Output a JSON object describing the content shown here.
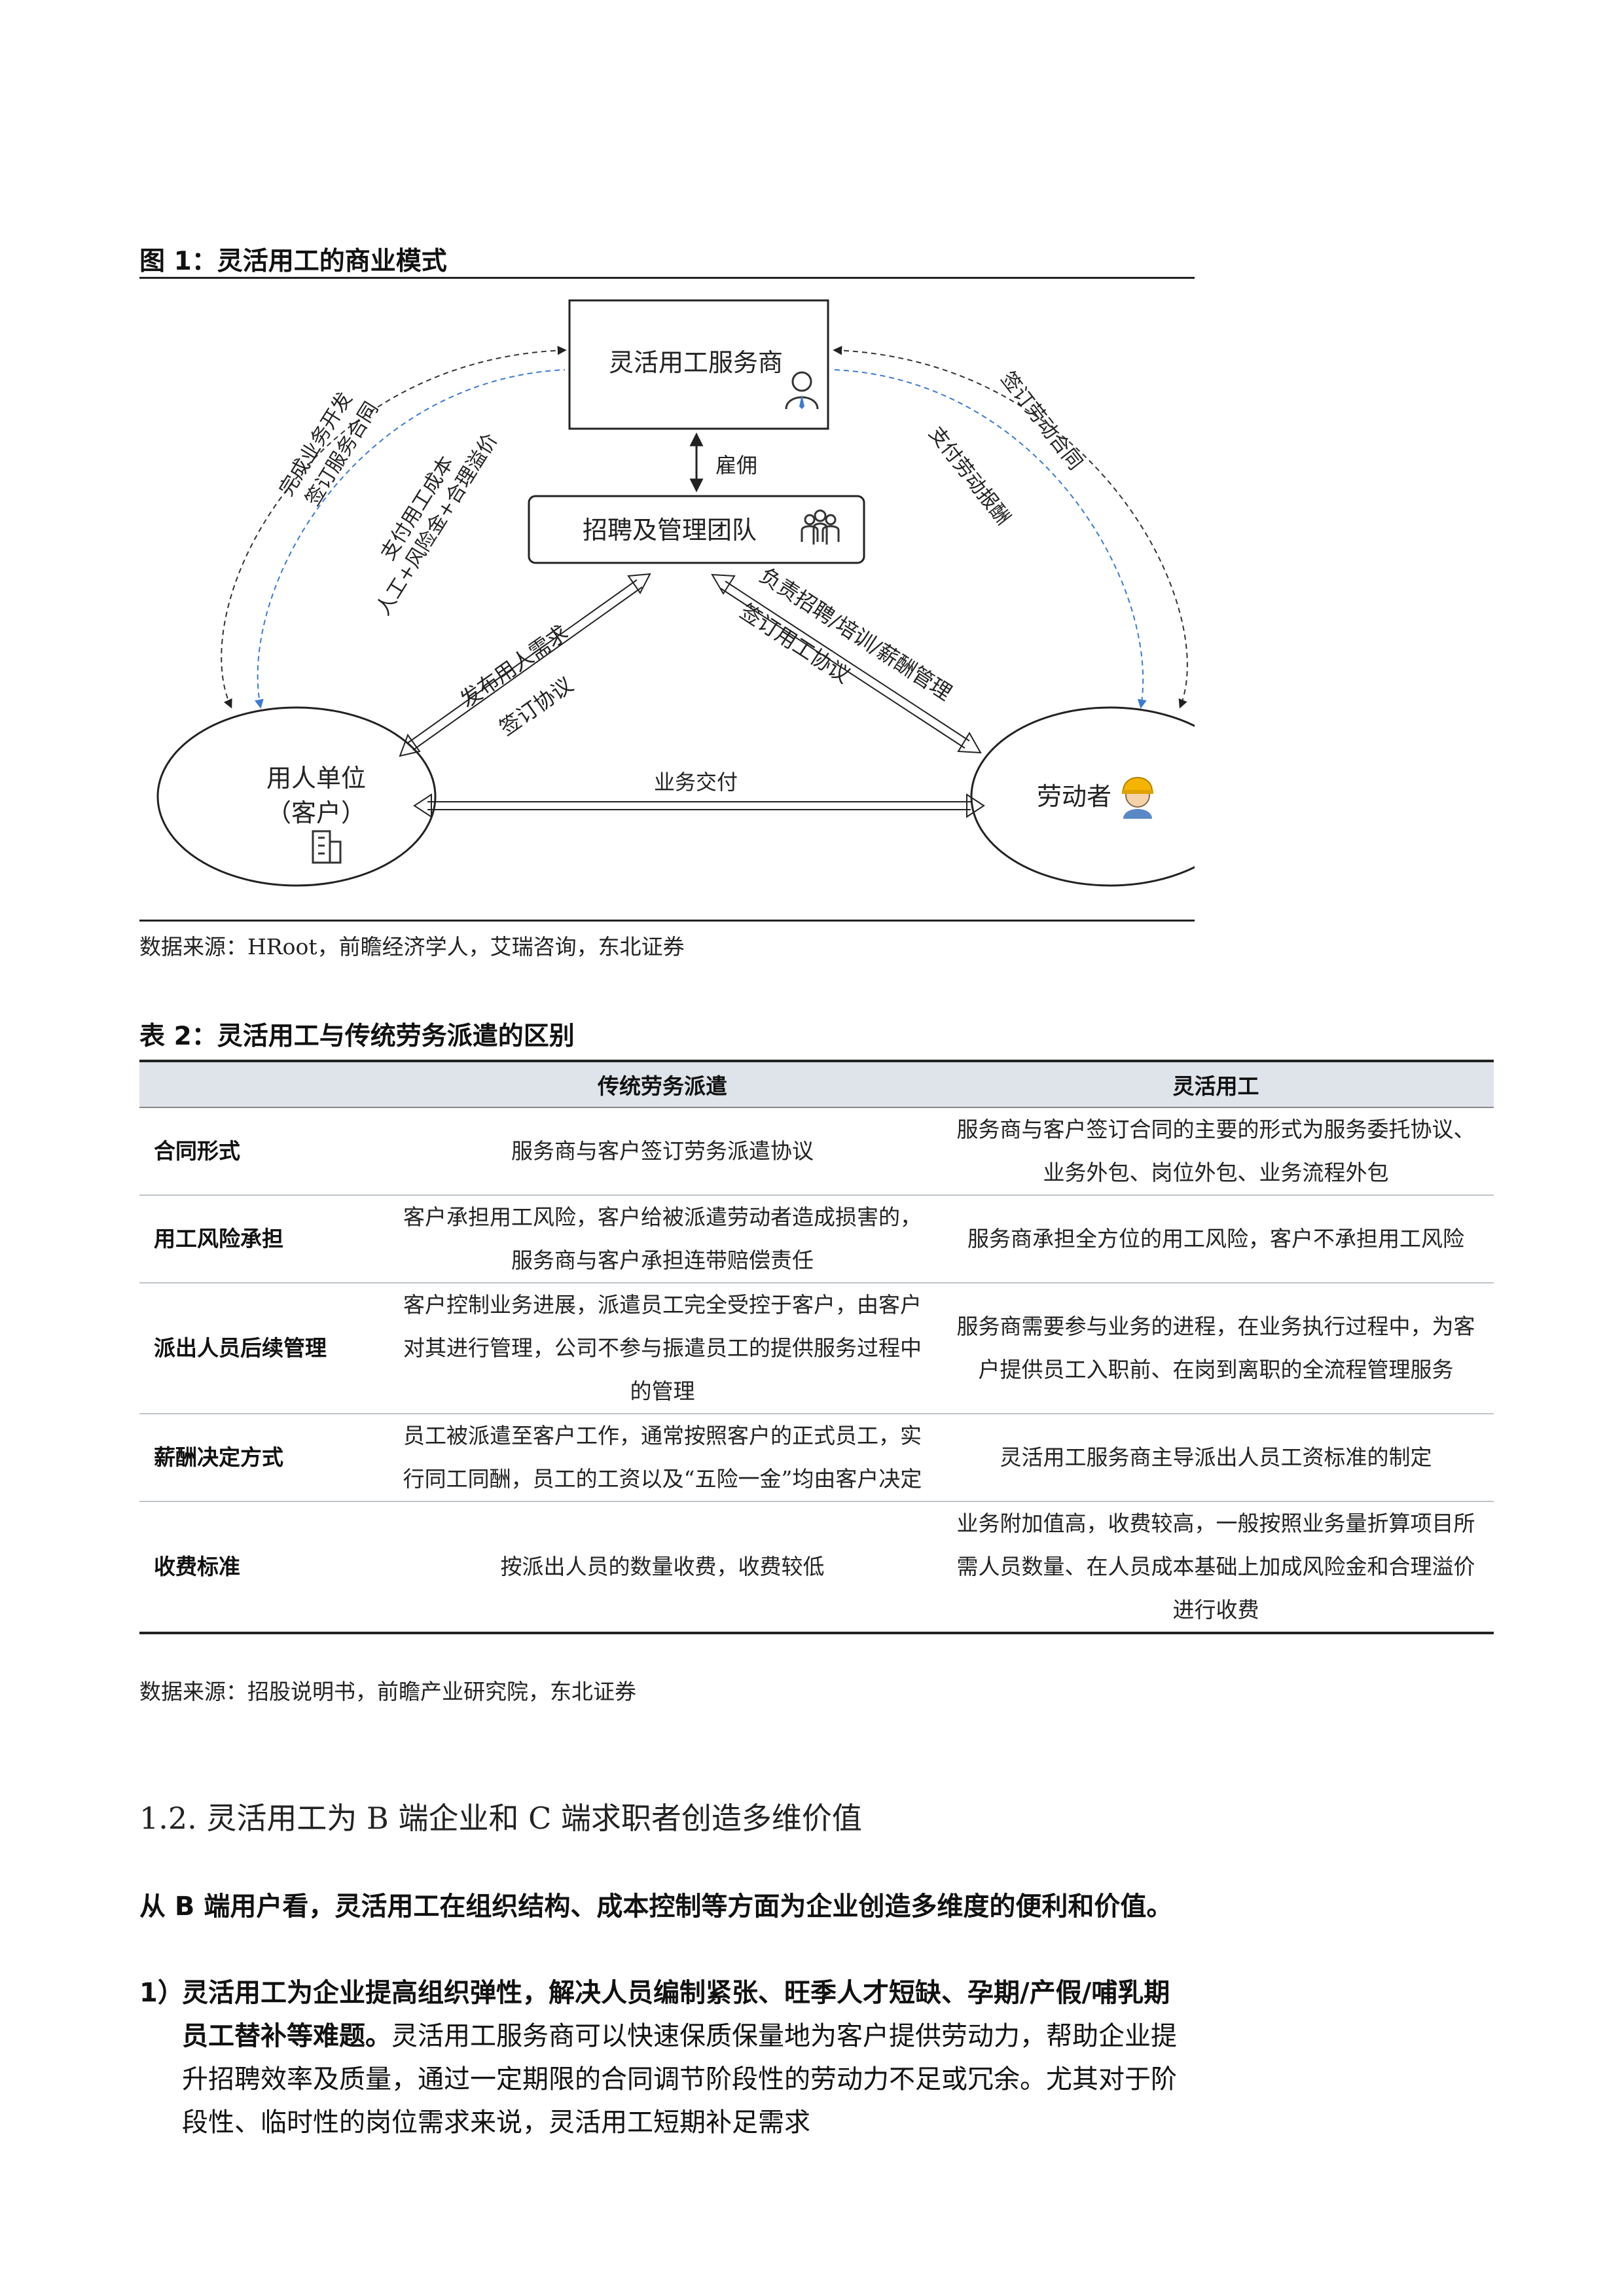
{
  "figure1": {
    "caption": "图 1：灵活用工的商业模式",
    "nodes": {
      "service_provider": "灵活用工服务商",
      "team": "招聘及管理团队",
      "employer_line1": "用人单位",
      "employer_line2": "（客户）",
      "worker": "劳动者"
    },
    "edge_labels": {
      "employ": "雇佣",
      "left_outer_1": "完成业务开发",
      "left_outer_2": "签订服务合同",
      "left_inner_1": "支付用工成本",
      "left_inner_2": "人工+风险金+合理溢价",
      "right_outer": "签订劳动合同",
      "right_inner": "支付劳动报酬",
      "left_diag_1": "发布用人需求",
      "left_diag_2": "签订协议",
      "right_diag_1": "负责招聘/培训/薪酬管理",
      "right_diag_2": "签订用工协议",
      "bottom": "业务交付"
    },
    "source": "数据来源：HRoot，前瞻经济学人，艾瑞咨询，东北证券"
  },
  "table2": {
    "caption": "表 2：灵活用工与传统劳务派遣的区别",
    "headers": [
      "",
      "传统劳务派遣",
      "灵活用工"
    ],
    "rows": [
      {
        "label": "合同形式",
        "traditional": "服务商与客户签订劳务派遣协议",
        "flexible": "服务商与客户签订合同的主要的形式为服务委托协议、业务外包、岗位外包、业务流程外包"
      },
      {
        "label": "用工风险承担",
        "traditional": "客户承担用工风险，客户给被派遣劳动者造成损害的，服务商与客户承担连带赔偿责任",
        "flexible": "服务商承担全方位的用工风险，客户不承担用工风险"
      },
      {
        "label": "派出人员后续管理",
        "traditional": "客户控制业务进展，派遣员工完全受控于客户，由客户对其进行管理，公司不参与振遣员工的提供服务过程中的管理",
        "flexible": "服务商需要参与业务的进程，在业务执行过程中，为客户提供员工入职前、在岗到离职的全流程管理服务"
      },
      {
        "label": "薪酬决定方式",
        "traditional": "员工被派遣至客户工作，通常按照客户的正式员工，实行同工同酬，员工的工资以及“五险一金”均由客户决定",
        "flexible": "灵活用工服务商主导派出人员工资标准的制定"
      },
      {
        "label": "收费标准",
        "traditional": "按派出人员的数量收费，收费较低",
        "flexible": "业务附加值高，收费较高，一般按照业务量折算项目所需人员数量、在人员成本基础上加成风险金和合理溢价进行收费"
      }
    ],
    "source": "数据来源：招股说明书，前瞻产业研究院，东北证券"
  },
  "section": {
    "heading": "1.2.  灵活用工为 B 端企业和 C 端求职者创造多维价值",
    "intro": "从 B 端用户看，灵活用工在组织结构、成本控制等方面为企业创造多维度的便利和价值。",
    "point1_num": "1）",
    "point1_bold": "灵活用工为企业提高组织弹性，解决人员编制紧张、旺季人才短缺、孕期/产假/哺乳期员工替补等难题。",
    "point1_text": "灵活用工服务商可以快速保质保量地为客户提供劳动力，帮助企业提升招聘效率及质量，通过一定期限的合同调节阶段性的劳动力不足或冗余。尤其对于阶段性、临时性的岗位需求来说，灵活用工短期补足需求"
  }
}
